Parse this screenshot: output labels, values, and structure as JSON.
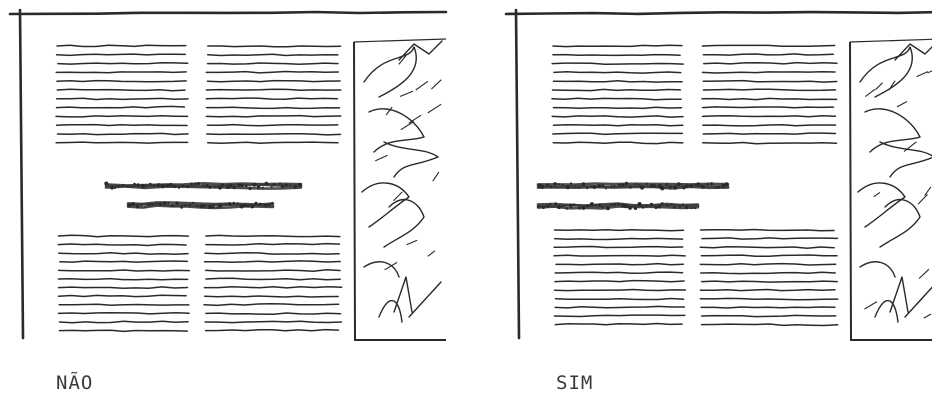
{
  "panels": [
    {
      "caption": "NÃO",
      "headline_alignment": "centered"
    },
    {
      "caption": "SIM",
      "headline_alignment": "left-aligned"
    }
  ],
  "colors": {
    "ink": "#2a2a2a",
    "background": "#ffffff",
    "headline": "#3a3a3a"
  }
}
